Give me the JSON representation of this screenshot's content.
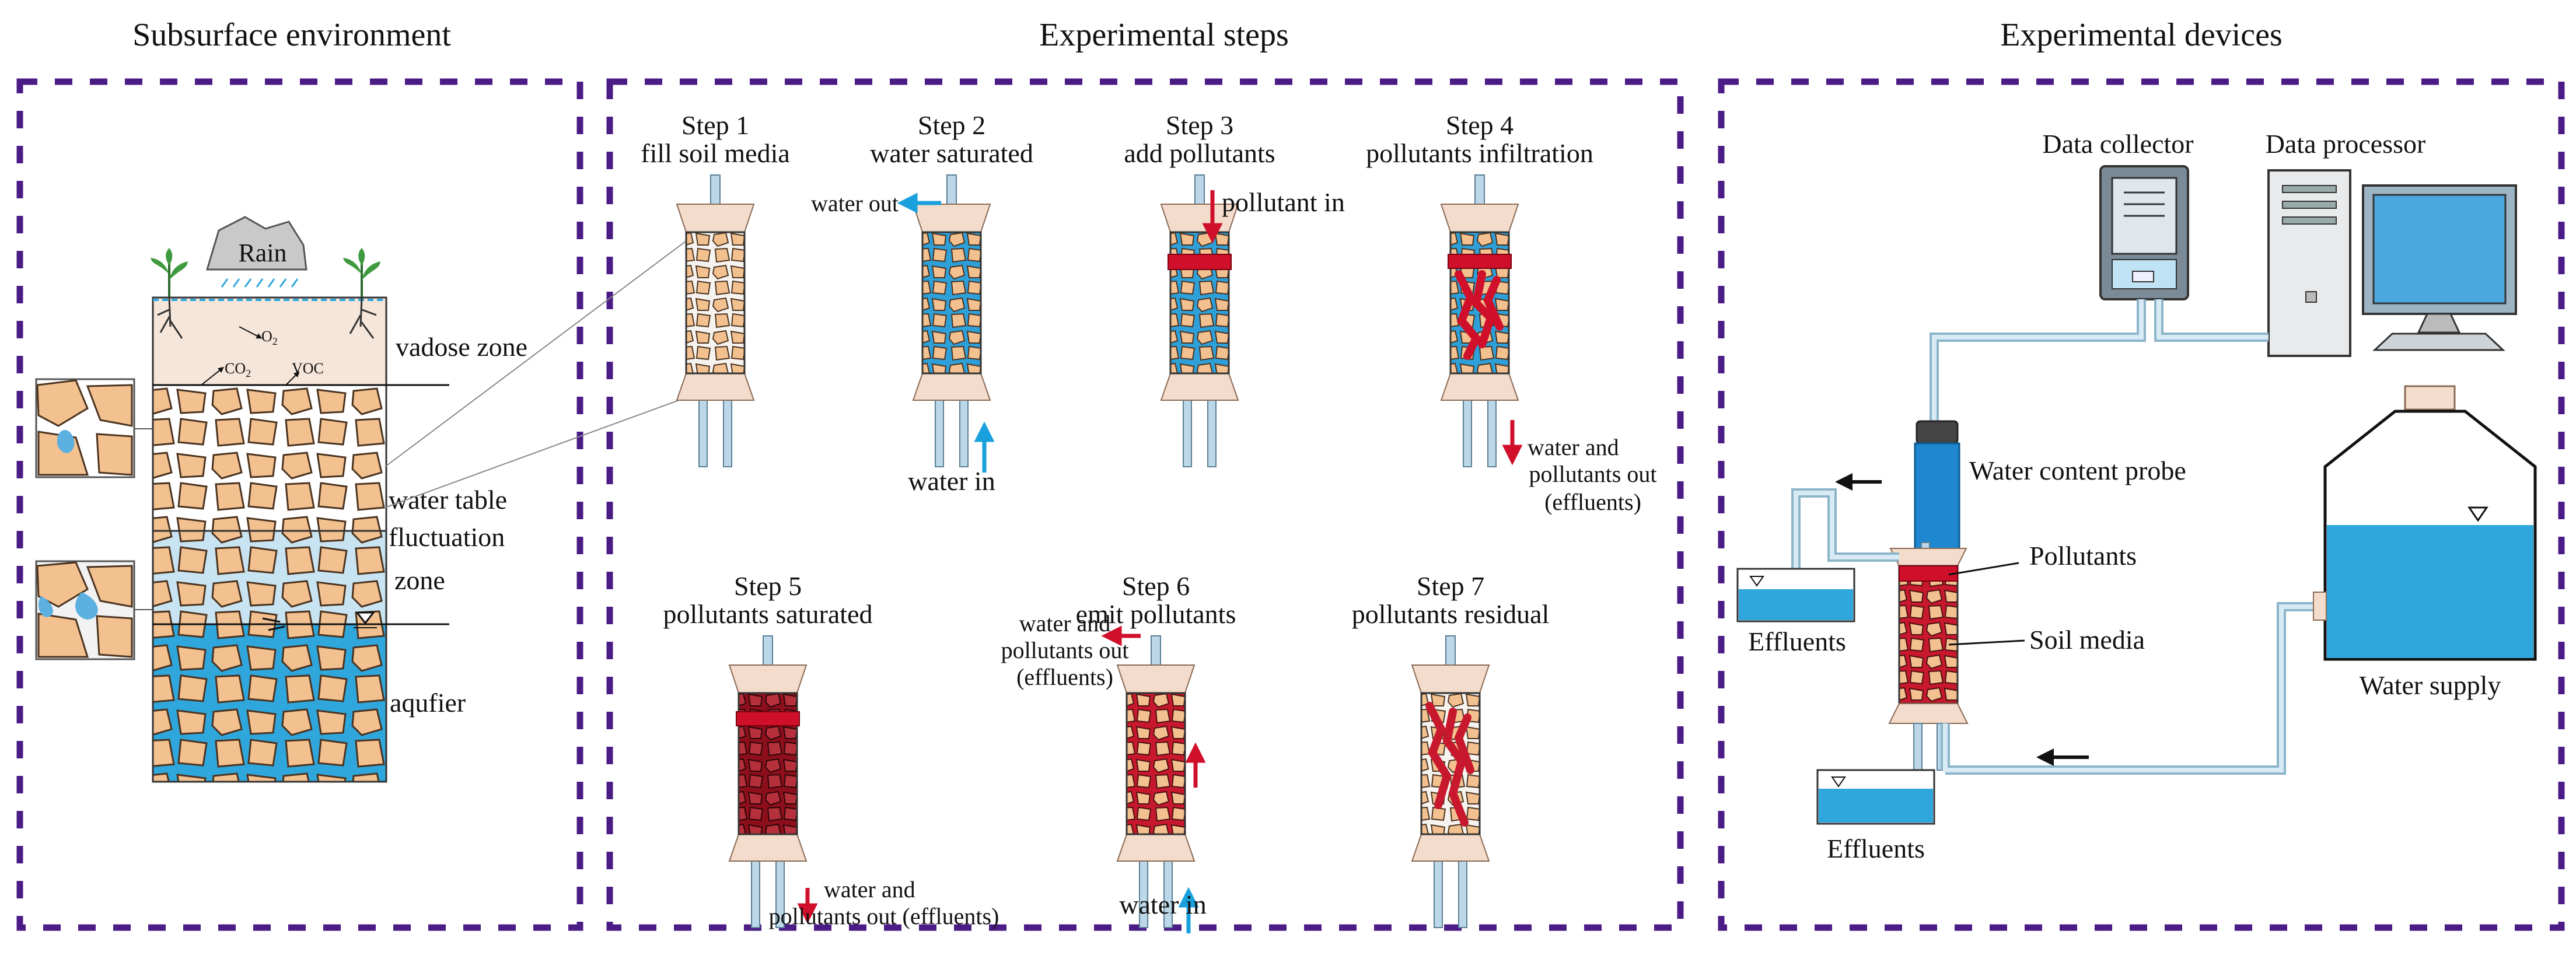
{
  "colors": {
    "panel_border": "#4b1c86",
    "soil_grain": "#f3c08f",
    "water": "#2f9fd8",
    "pollutant": "#c8182e",
    "pipe": "#bcd7e8",
    "column_cap": "#f3dccb",
    "arrow_water": "#1aa0dc",
    "arrow_pollutant": "#d0102a"
  },
  "sections": {
    "subsurface": {
      "title": "Subsurface environment",
      "rain": "Rain",
      "o2": "O",
      "o2_sub": "2",
      "co2": "CO",
      "co2_sub": "2",
      "voc": "VOC",
      "vadose_zone": "vadose  zone",
      "wt_line1": "water table",
      "wt_line2": "fluctuation",
      "wt_line3": "zone",
      "aquifer": "aqufier"
    },
    "steps": {
      "title": "Experimental steps",
      "step1": {
        "num": "Step 1",
        "desc": "fill soil media"
      },
      "step2": {
        "num": "Step 2",
        "desc": "water saturated",
        "out": "water out",
        "in": "water in"
      },
      "step3": {
        "num": "Step 3",
        "desc": "add pollutants",
        "in": "pollutant in"
      },
      "step4": {
        "num": "Step 4",
        "desc": "pollutants infiltration",
        "out1": "water and",
        "out2": "pollutants out",
        "out3": "(effluents)"
      },
      "step5": {
        "num": "Step 5",
        "desc": "pollutants saturated",
        "out1": "water and",
        "out2": "pollutants out (effluents)"
      },
      "step6": {
        "num": "Step 6",
        "desc": "emit pollutants",
        "out1": "water and",
        "out2": "pollutants out",
        "out3": "(effluents)",
        "in": "water in"
      },
      "step7": {
        "num": "Step 7",
        "desc": "pollutants residual"
      }
    },
    "devices": {
      "title": "Experimental devices",
      "data_collector": "Data collector",
      "data_processor": "Data processor",
      "water_content_probe": "Water content probe",
      "pollutants": "Pollutants",
      "soil_media": "Soil media",
      "effluents_top": "Effluents",
      "effluents_bottom": "Effluents",
      "water_supply": "Water supply"
    }
  }
}
